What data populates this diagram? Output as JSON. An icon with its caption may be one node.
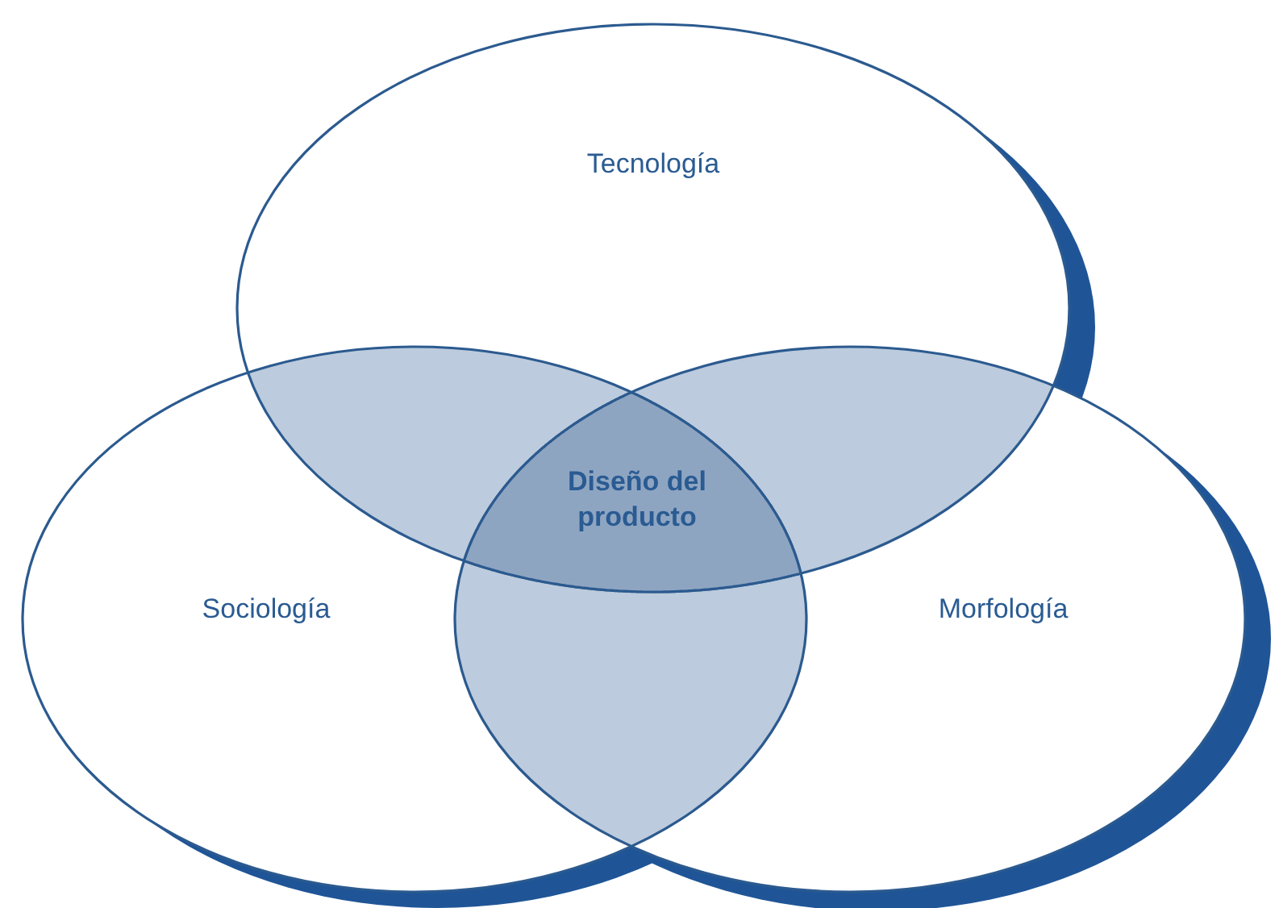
{
  "diagram": {
    "nodes": [
      {
        "text": [
          "Tecnología"
        ]
      },
      {
        "text": [
          "Diseño del producto"
        ]
      },
      {
        "text": [
          "Sociología"
        ]
      },
      {
        "text": [
          "Morfología"
        ]
      }
    ]
  }
}
